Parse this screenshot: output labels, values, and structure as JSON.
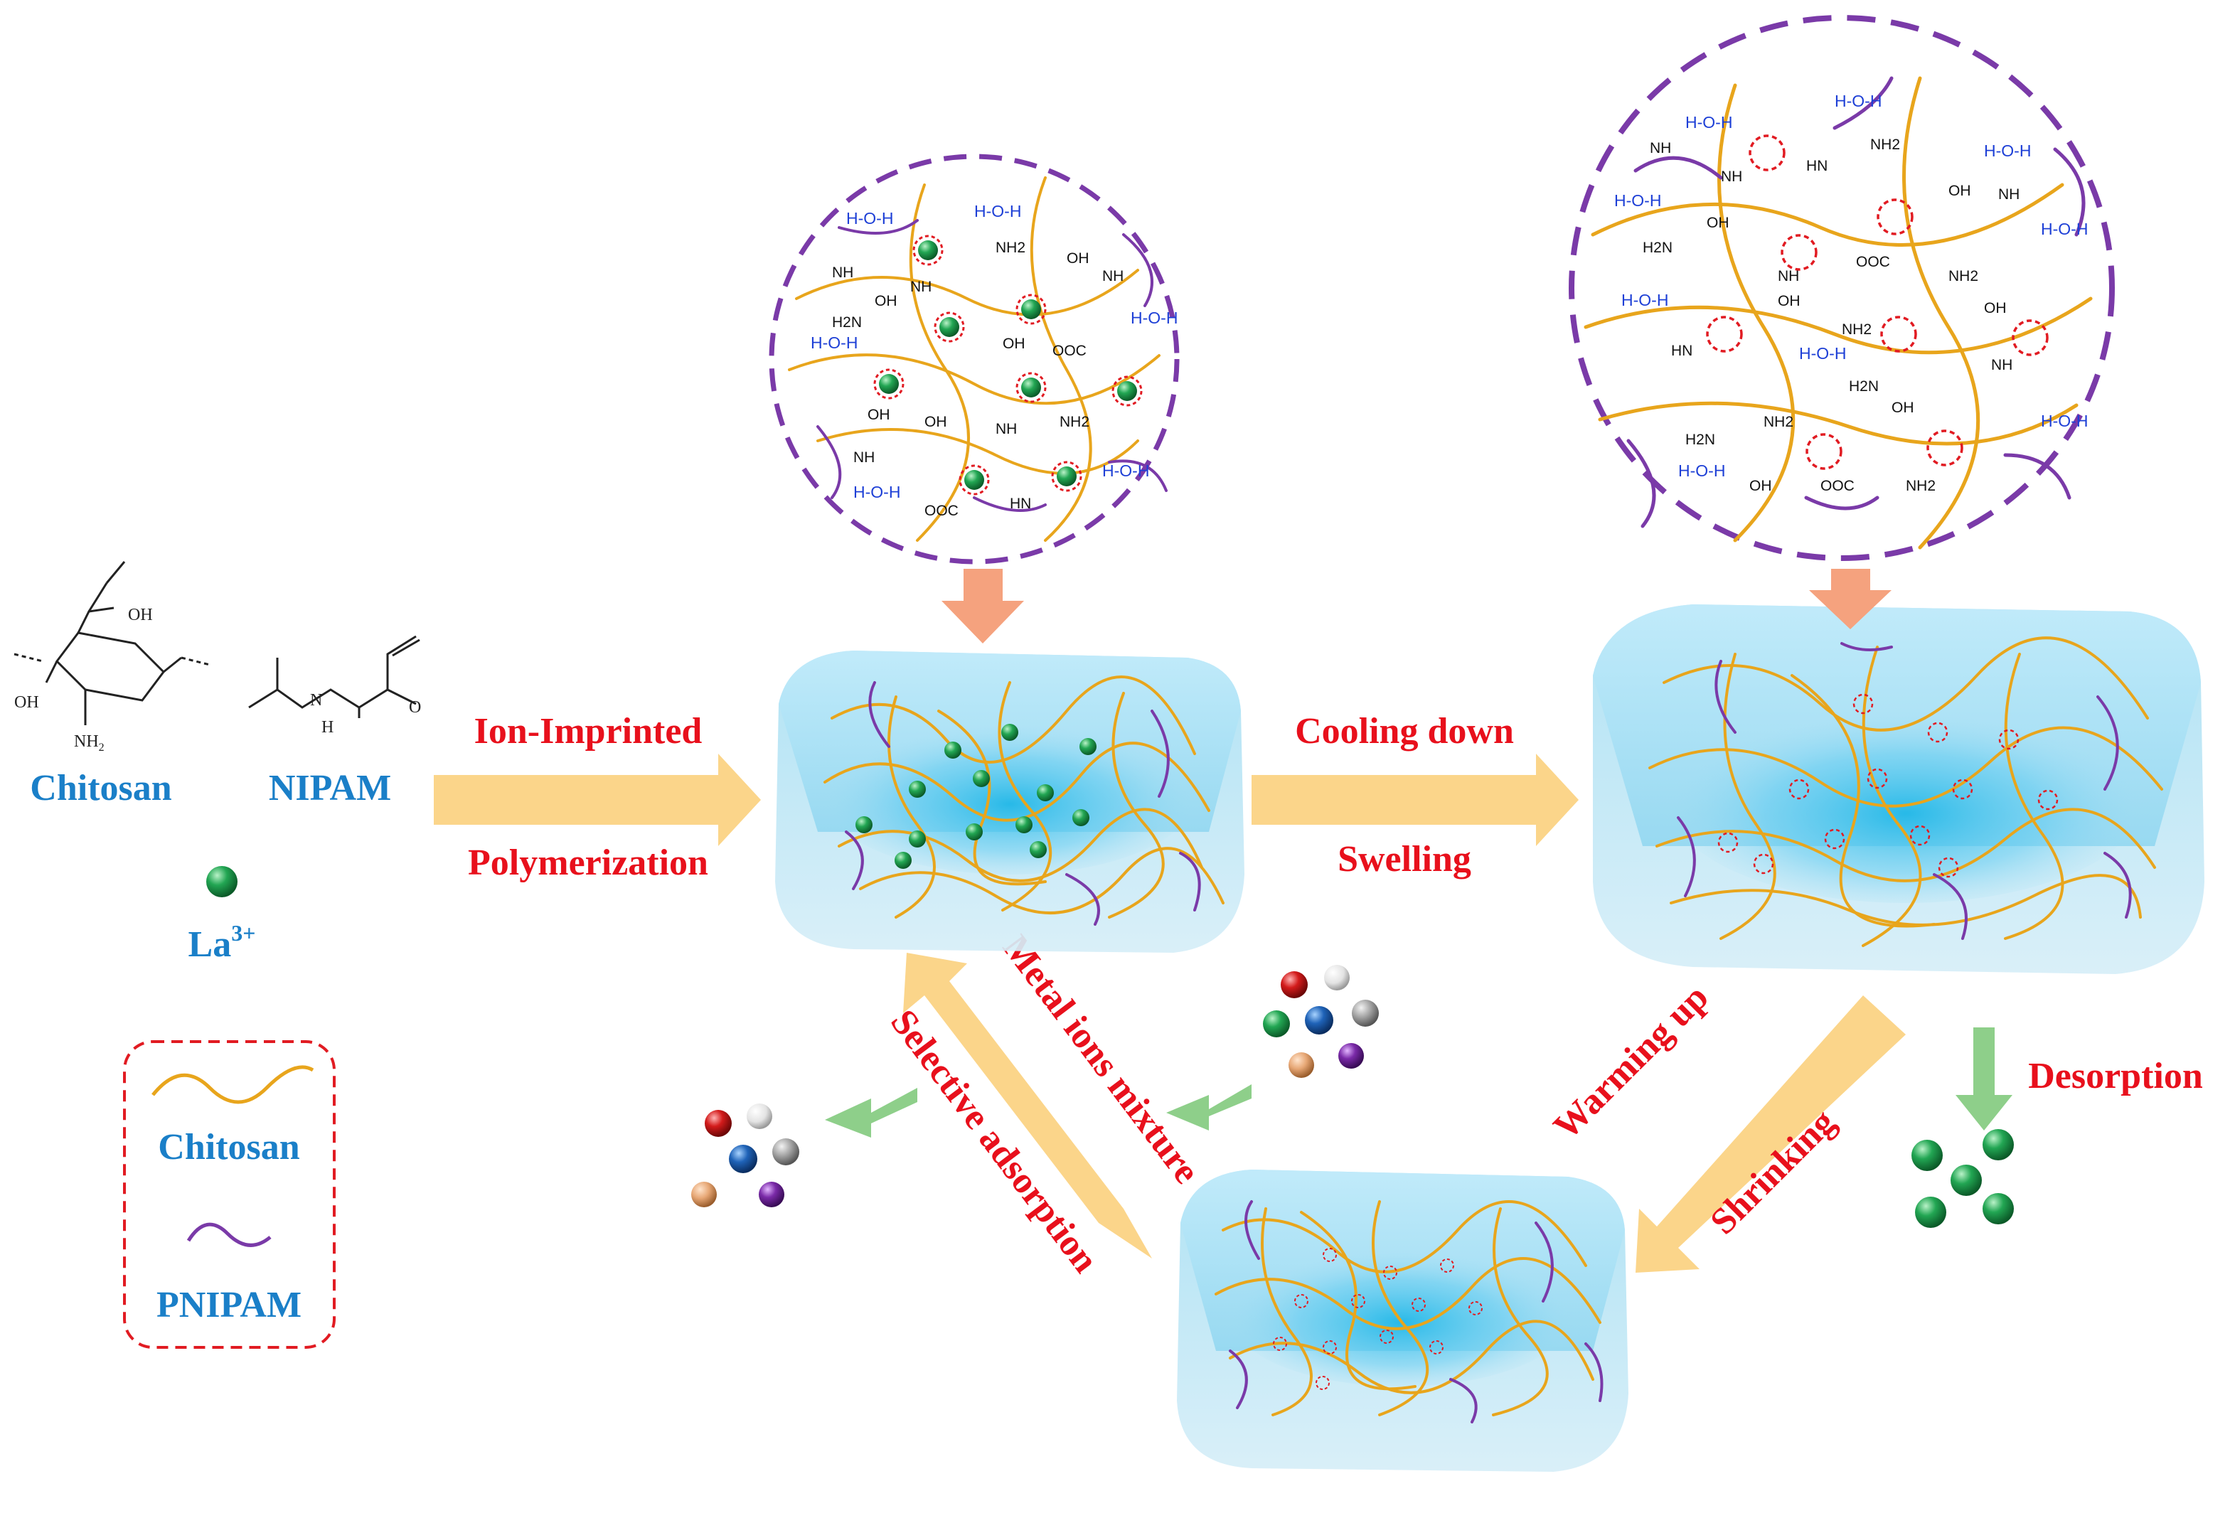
{
  "legend": {
    "chitosan_label": "Chitosan",
    "nipam_label": "NIPAM",
    "la_label": "La",
    "la_charge": "3+",
    "box_chitosan": "Chitosan",
    "box_pnipam": "PNIPAM"
  },
  "structure_labels": {
    "oh": "OH",
    "oh2": "OH",
    "nh2": "NH",
    "nh2_sub": "2",
    "nh": "N",
    "h": "H"
  },
  "steps": {
    "imprint_line1": "Ion-Imprinted",
    "imprint_line2": "Polymerization",
    "cool_line1": "Cooling down",
    "cool_line2": "Swelling",
    "warm_line1": "Warming up",
    "warm_line2": "Shrinking",
    "desorption": "Desorption",
    "mixture": "Metal ions mixture",
    "selective": "Selective adsorption"
  },
  "zoom_labels": {
    "water": "H-O-H",
    "nh": "NH",
    "nh2": "NH2",
    "oh": "OH",
    "h2n": "H2N",
    "ooc": "OOC",
    "hn": "HN"
  },
  "colors": {
    "red_text": "#e8101c",
    "blue_text": "#1a7fc8",
    "chitosan_strand": "#e8a51c",
    "pnipam_strand": "#7a3aa8",
    "la_ion": "#1f9e4a",
    "hydrogel": "#8fd3ee",
    "arrow_fill": "#fbd58a",
    "small_arrow": "#8ecf8a",
    "zoom_pointer": "#f5a27e"
  },
  "icons": {
    "ion_sphere": "sphere-icon",
    "imprint_cavity": "dashed-circle-icon"
  }
}
